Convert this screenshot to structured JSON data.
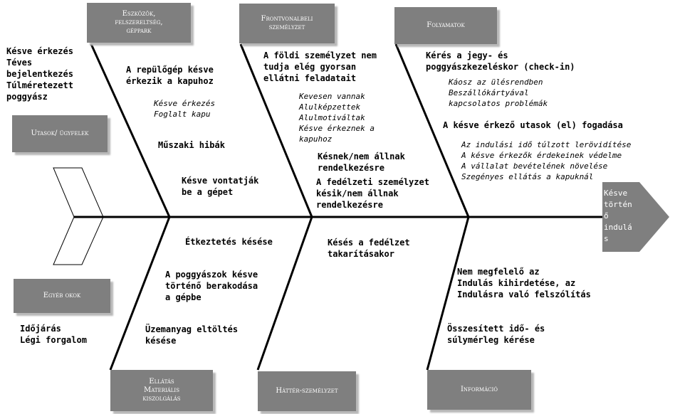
{
  "categories": {
    "eszkozok": "Eszközök,\nfelszereltség,\ngéppark",
    "frontvonalbeli": "Frontvonalbeli\nszemélyzet",
    "folyamatok": "Folyamatok",
    "utasok": "Utasok/ ügyfelek",
    "egyeb": "Egyéb okok",
    "ellatas": "Ellátás\nMateriális\nkiszolgálás",
    "hatter": "Háttér-személyzet",
    "informacio": "Információ"
  },
  "effect": "Késve\ntörtén\nő\nindulá\ns",
  "causes": {
    "utasok": "Késve érkezés\nTéves\nbejelentkezés\nTúlméretezett\npoggyász",
    "eszkozok_1": "A repülőgép késve\nérkezik a kapuhoz",
    "eszkozok_1_sub": "Késve érkezés\nFoglalt kapu",
    "eszkozok_2": "Műszaki hibák",
    "eszkozok_3": "Késve vontatják\nbe a gépet",
    "front_1": "A földi személyzet nem\ntudja elég gyorsan\nellátni feladatait",
    "front_1_sub": "Kevesen vannak\nAlulképzettek\nAlulmotiváltak\nKésve érkeznek a\nkapuhoz",
    "front_2": "Késnek/nem állnak\nrendelkezésre",
    "front_3": "A fedélzeti személyzet\nkésik/nem állnak\nrendelkezésre",
    "folyamat_1": "Kérés a jegy- és\npoggyászkezeléskor (check-in)",
    "folyamat_1_sub": "Káosz az ülésrendben\nBeszállókártyával\nkapcsolatos problémák",
    "folyamat_2": "A késve érkező utasok (el) fogadása",
    "folyamat_2_sub": "Az indulási idő túlzott lerövidítése\nA késve érkezők érdekeinek védelme\nA vállalat bevételének növelése\nSzegényes ellátás a kapuknál",
    "egyeb": "Időjárás\nLégi forgalom",
    "ellatas_1": "Étkeztetés késése",
    "ellatas_2": "A poggyászok késve\ntörténő berakodása\na gépbe",
    "ellatas_3": "Üzemanyag eltöltés\nkésése",
    "hatter_1": "Késés a fedélzet\ntakarításakor",
    "info_1": "Nem megfelelő az\nIndulás kihirdetése, az\nIndulásra való felszólítás",
    "info_2": "Összesített idő- és\nsúlymérleg kérése"
  }
}
